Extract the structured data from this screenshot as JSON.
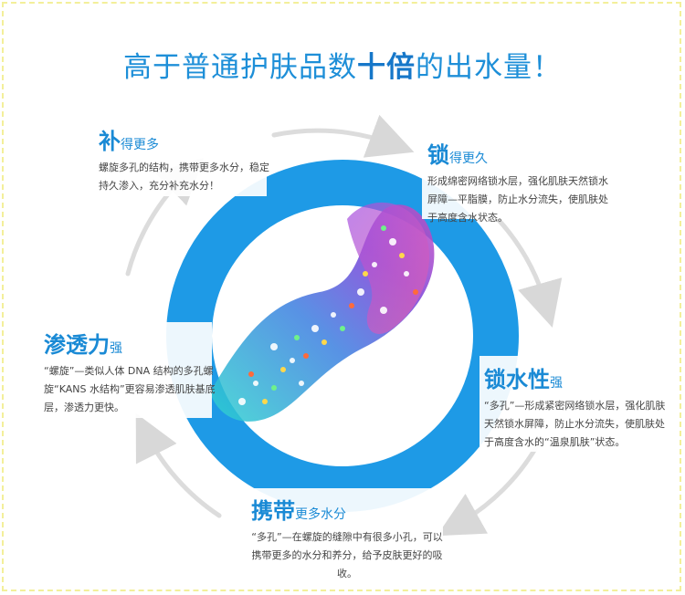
{
  "headline": {
    "prefix": "高于普通护肤品数",
    "emphasis": "十倍",
    "suffix": "的出水量！"
  },
  "blocks": {
    "bu": {
      "big": "补",
      "small": "得更多",
      "desc": "螺旋多孔的结构，携带更多水分，稳定持久渗入，充分补充水分！"
    },
    "suo": {
      "big": "锁",
      "small": "得更久",
      "desc": "形成绵密网络锁水层，强化肌肤天然锁水屏障—平脂膜，防止水分流失，使肌肤处于高度含水状态。"
    },
    "shen": {
      "big": "渗透力",
      "small": "强",
      "desc": "“螺旋”—类似人体 DNA 结构的多孔螺旋“KANS 水结构”更容易渗透肌肤基底层，渗透力更快。"
    },
    "sx": {
      "big": "锁水性",
      "small": "强",
      "desc": "“多孔”—形成紧密网络锁水层，强化肌肤天然锁水屏障，防止水分流失，使肌肤处于高度含水的“温泉肌肤”状态。"
    },
    "xd": {
      "big": "携带",
      "small": "更多水分",
      "desc": "“多孔”—在螺旋的缝隙中有很多小孔，可以携带更多的水分和养分，给予皮肤更好的吸收。"
    }
  },
  "icons": [
    "cycle-arrow-icon",
    "molecule-helix-icon"
  ],
  "colors": {
    "ring": "#1e9ae6",
    "ring_inner": "#ffffff",
    "arrow": "#d8d8d8",
    "title": "#1a8ad5"
  }
}
